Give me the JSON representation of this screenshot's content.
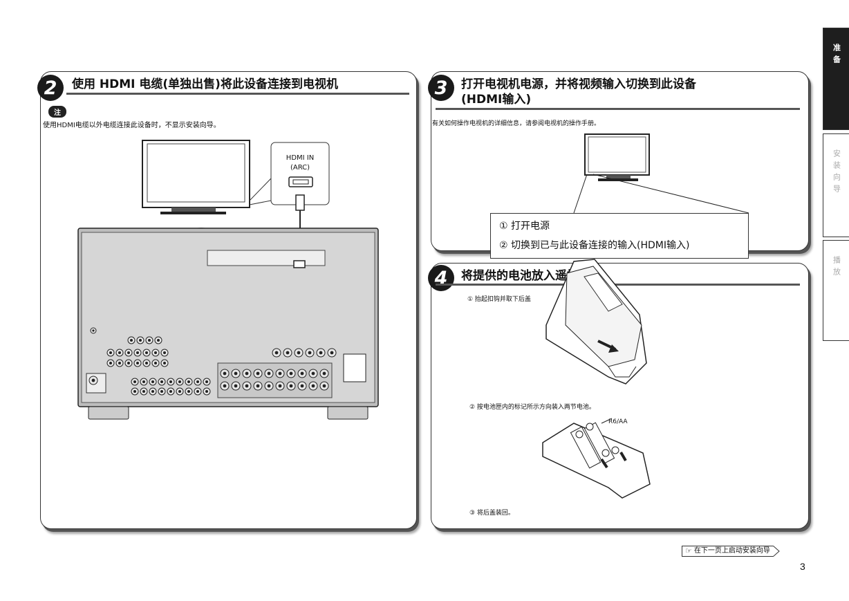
{
  "tabs": [
    {
      "label": "准备",
      "active": true
    },
    {
      "label": "安装向导",
      "active": false
    },
    {
      "label": "播放",
      "active": false
    }
  ],
  "step2": {
    "number": "2",
    "title": "使用 HDMI 电缆(单独出售)将此设备连接到电视机",
    "note_badge": "注",
    "note_text": "使用HDMI电缆以外电缆连接此设备时，不显示安装向导。",
    "hdmi_label_line1": "HDMI IN",
    "hdmi_label_line2": "(ARC)"
  },
  "step3": {
    "number": "3",
    "title_line1": "打开电视机电源，并将视频输入切换到此设备",
    "title_line2": "(HDMI输入)",
    "desc": "有关如何操作电视机的详细信息，请参阅电视机的操作手册。",
    "callout_line1": "① 打开电源",
    "callout_line2": "② 切换到已与此设备连接的输入(HDMI输入)"
  },
  "step4": {
    "number": "4",
    "title": "将提供的电池放入遥控器",
    "instr1": "① 抬起扣钩并取下后盖",
    "instr2": "② 按电池匣内的标记所示方向装入两节电池。",
    "battery_label": "R6/AA",
    "instr3": "③ 将后盖装回。"
  },
  "footer": {
    "next_link": "在下一页上启动安装向导",
    "page_number": "3"
  },
  "colors": {
    "panel_border": "#333333",
    "active_tab_bg": "#1e1e1e",
    "inactive_tab_text": "#aaaaaa"
  }
}
